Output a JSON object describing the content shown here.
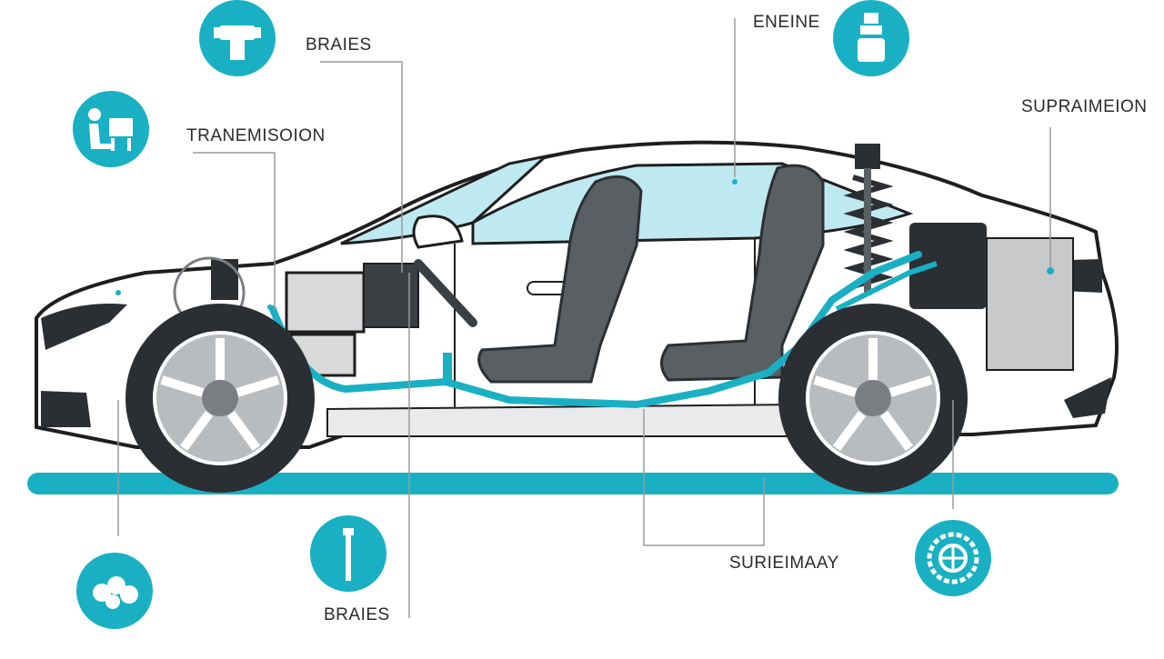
{
  "labels": {
    "brakes_top": "BRAIES",
    "transmission": "TRANEMISOION",
    "engine": "ENEINE",
    "suspension": "SUPRAIMEION",
    "summary": "SURIEIMAAY",
    "brakes_bottom": "BRAIES"
  },
  "icons": [
    "brake-caliper-icon",
    "engine-block-icon",
    "driver-seat-icon",
    "shock-absorber-icon",
    "chassis-parts-icon",
    "wheel-gear-icon"
  ],
  "colors": {
    "accent": "#1ab0c4",
    "tire": "#2b2f33",
    "seat": "#5a5f64",
    "glass": "#bfe9f0",
    "outline": "#1e1e1e",
    "leader": "#9a9a9a"
  }
}
